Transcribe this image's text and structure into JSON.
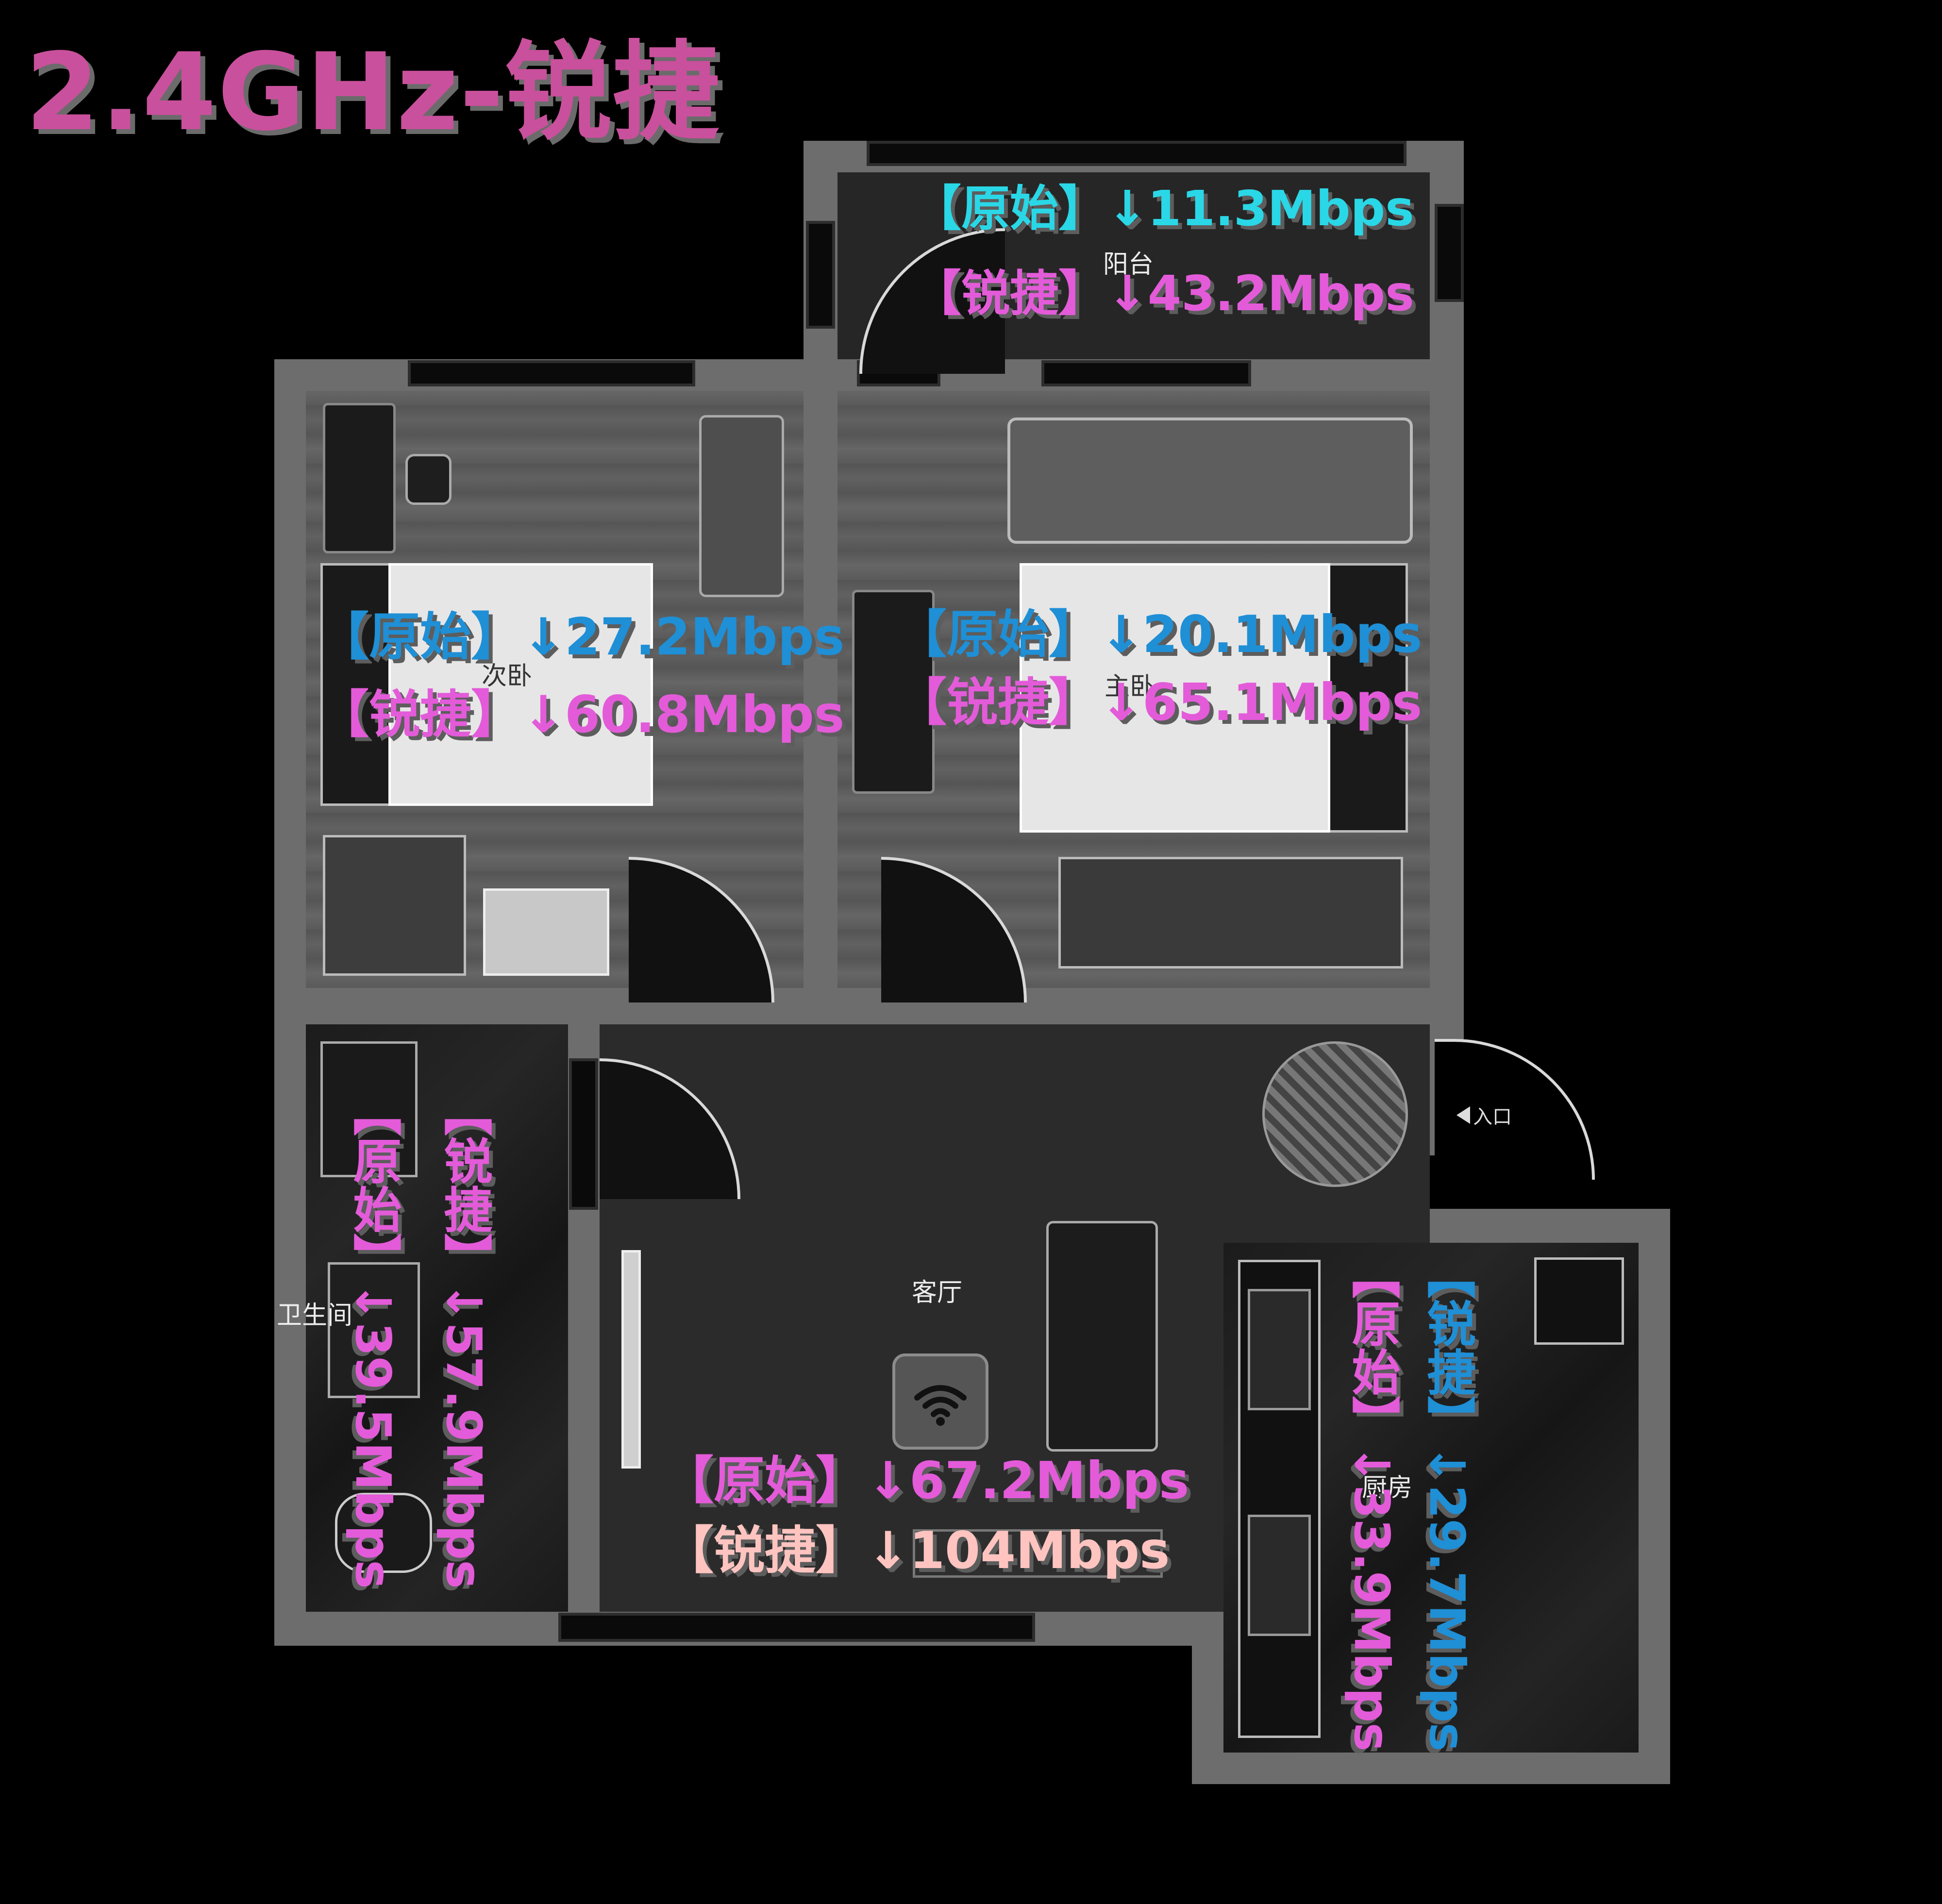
{
  "title": "2.4GHz-锐捷",
  "colors": {
    "title": "#c9509c",
    "original_cyan": "#2ad7e6",
    "original_blue": "#1f8fd6",
    "ruijie_magenta": "#e35bd9",
    "ruijie_pink": "#ffc4c0",
    "background": "#000000"
  },
  "rooms": {
    "balcony": "阳台",
    "second_bedroom": "次卧",
    "master_bedroom": "主卧",
    "bathroom": "卫生间",
    "living_room": "客厅",
    "kitchen": "厨房",
    "entrance": "入口"
  },
  "measurements": {
    "balcony": {
      "original_label": "【原始】",
      "original_value": "↓11.3Mbps",
      "ruijie_label": "【锐捷】",
      "ruijie_value": "↓43.2Mbps"
    },
    "second_bedroom": {
      "original_label": "【原始】",
      "original_value": "↓27.2Mbps",
      "ruijie_label": "【锐捷】",
      "ruijie_value": "↓60.8Mbps"
    },
    "master_bedroom": {
      "original_label": "【原始】",
      "original_value": "↓20.1Mbps",
      "ruijie_label": "【锐捷】",
      "ruijie_value": "↓65.1Mbps"
    },
    "bathroom": {
      "original_label": "【原始】",
      "original_value": "↓39.5Mbps",
      "ruijie_label": "【锐捷】",
      "ruijie_value": "↓57.9Mbps"
    },
    "living_room": {
      "original_label": "【原始】",
      "original_value": "↓67.2Mbps",
      "ruijie_label": "【锐捷】",
      "ruijie_value": "↓104Mbps"
    },
    "kitchen": {
      "original_label": "【原始】",
      "original_value": "↓33.9Mbps",
      "ruijie_label": "【锐捷】",
      "ruijie_value": "↓29.7Mbps"
    }
  },
  "icons": {
    "router": "wifi-icon",
    "entrance": "arrow-left-icon"
  }
}
